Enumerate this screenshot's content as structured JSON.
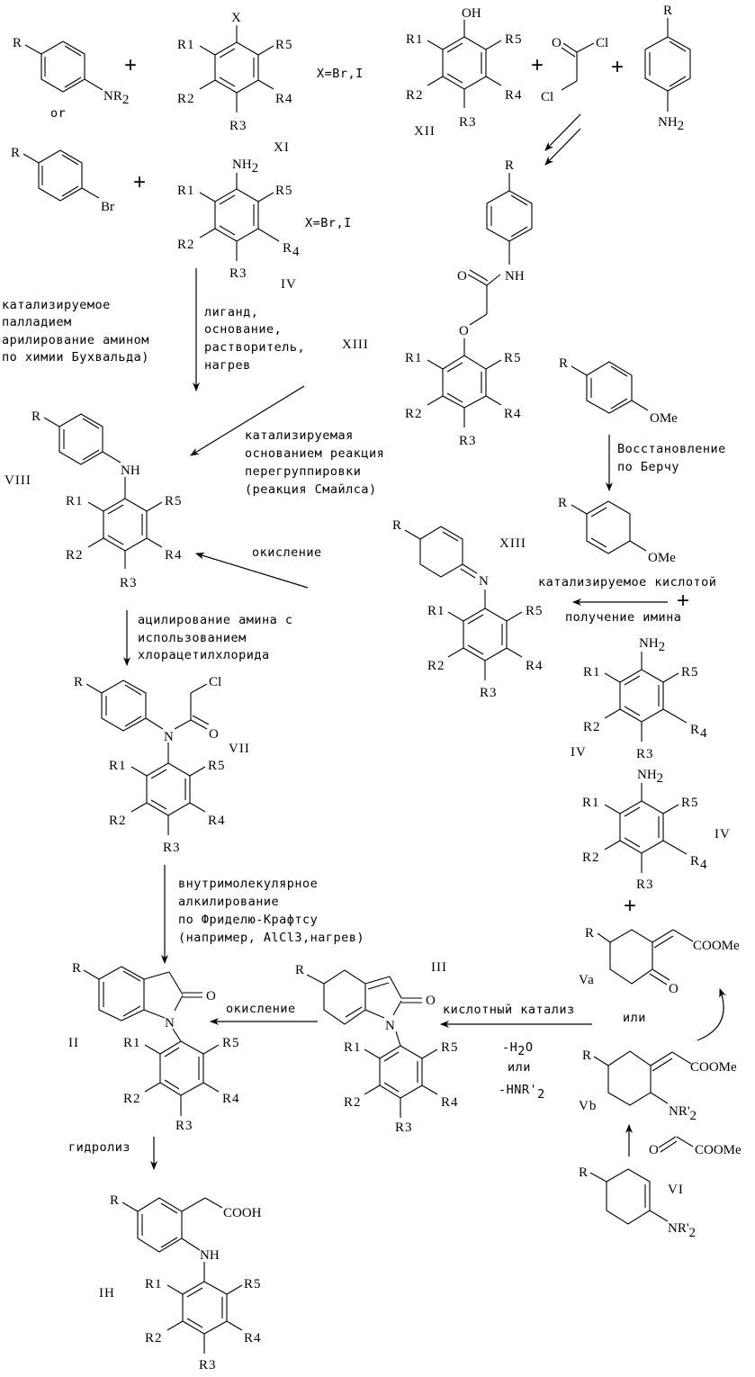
{
  "title": "Synthetic scheme for substituted 2-(phenylamino)phenylacetic acids",
  "colors": {
    "ink": "#000000",
    "background": "#ffffff"
  },
  "compounds": {
    "amine_top": {
      "R": "R",
      "NR2": "NR",
      "NR2_sub": "2",
      "or": "or"
    },
    "xi": {
      "label": "XI",
      "X": "X",
      "R1": "R1",
      "R2": "R2",
      "R3": "R3",
      "R4": "R4",
      "R5": "R5",
      "note": "X=Br,I"
    },
    "bromobenzene": {
      "R": "R",
      "Br": "Br"
    },
    "iv_top": {
      "label": "IV",
      "NH2": "NH",
      "NH2_sub": "2",
      "R1": "R1",
      "R2": "R2",
      "R3": "R3",
      "R4": "R",
      "R4_sub": "4",
      "R5": "R5",
      "note": "X=Br,I"
    },
    "xii": {
      "label": "XII",
      "OH": "OH",
      "R1": "R1",
      "R2": "R2",
      "R3": "R3",
      "R4": "R4",
      "R5": "R5"
    },
    "chloroacetyl": {
      "O": "O",
      "Cl1": "Cl",
      "Cl2": "Cl"
    },
    "aniline_r": {
      "R": "R",
      "NH2": "NH",
      "NH2_sub": "2"
    },
    "amide_ether": {
      "R": "R",
      "O_carbonyl": "O",
      "NH": "NH",
      "O_ether": "O",
      "R1": "R1",
      "R2": "R2",
      "R3": "R3",
      "R4": "R4",
      "R5": "R5"
    },
    "anisole": {
      "R": "R",
      "OMe": "OMe"
    },
    "dihydroanisole": {
      "R": "R",
      "OMe": "OMe"
    },
    "viii": {
      "label": "VIII",
      "R": "R",
      "NH": "NH",
      "R1": "R1",
      "R2": "R2",
      "R3": "R3",
      "R4": "R4",
      "R5": "R5"
    },
    "xiii_imine": {
      "label": "XIII",
      "R": "R",
      "N": "N",
      "R1": "R1",
      "R2": "R2",
      "R3": "R3",
      "R4": "R4",
      "R5": "R5"
    },
    "iv_mid1": {
      "label": "IV",
      "NH2": "NH",
      "NH2_sub": "2",
      "R1": "R1",
      "R2": "R2",
      "R3": "R3",
      "R4": "R",
      "R4_sub": "4",
      "R5": "R5"
    },
    "iv_mid2": {
      "label": "IV",
      "NH2": "NH",
      "NH2_sub": "2",
      "R1": "R1",
      "R2": "R2",
      "R3": "R3",
      "R4": "R",
      "R4_sub": "4",
      "R5": "R5"
    },
    "vii": {
      "label": "VII",
      "R": "R",
      "Cl": "Cl",
      "O": "O",
      "N": "N",
      "R1": "R1",
      "R2": "R2",
      "R3": "R3",
      "R4": "R4",
      "R5": "R5"
    },
    "va": {
      "label": "Va",
      "R": "R",
      "COOMe": "COOMe",
      "O": "O"
    },
    "or_va_vb": "или",
    "vb": {
      "label": "Vb",
      "R": "R",
      "COOMe": "COOMe",
      "NR2": "NR'",
      "NR2_sub": "2"
    },
    "glyoxylate": {
      "O": "O",
      "COOMe": "COOMe"
    },
    "vi": {
      "label": "VI",
      "R": "R",
      "NR2": "NR'",
      "NR2_sub": "2"
    },
    "ii": {
      "label": "II",
      "R": "R",
      "O": "O",
      "N": "N",
      "R1": "R1",
      "R2": "R2",
      "R3": "R3",
      "R4": "R4",
      "R5": "R5"
    },
    "iii": {
      "label": "III",
      "R": "R",
      "O": "O",
      "N": "N",
      "R1": "R1",
      "R2": "R2",
      "R3": "R3",
      "R4": "R4",
      "R5": "R5"
    },
    "ih": {
      "label": "IH",
      "R": "R",
      "COOH": "COOH",
      "NH": "NH",
      "R1": "R1",
      "R2": "R2",
      "R3": "R3",
      "R4": "R4",
      "R5": "R5"
    }
  },
  "conditions": {
    "buchwald": [
      "катализируемое",
      "палладием",
      "арилирование амином",
      "по химии Бухвальда)"
    ],
    "buchwald_reagents": [
      "лиганд,",
      "основание,",
      "растворитель,",
      "нагрев"
    ],
    "xiii_label_top": "XIII",
    "smiles": [
      "катализируемая",
      "основанием реакция",
      "перегруппировки",
      "(реакция Смайлса)"
    ],
    "birch": [
      "Восстановление",
      "по Берчу"
    ],
    "oxidation1": "окисление",
    "imine": [
      "катализируемое кислотой",
      "получение имина"
    ],
    "acylation": [
      "ацилирование амина с",
      "использованием",
      "хлорацетилхлорида"
    ],
    "friedel_crafts": [
      "внутримолекулярное",
      "алкилирование",
      "по Фриделю-Крафтсу",
      "(например, AlCl3,нагрев)"
    ],
    "oxidation2": "окисление",
    "acid_catalysis": "кислотный катализ",
    "minus_water": "-H",
    "minus_water_sub": "2",
    "minus_water_end": "O",
    "or_mid": "или",
    "minus_amine": "-HNR'",
    "minus_amine_sub": "2",
    "hydrolysis": "гидролиз"
  },
  "plus_sign": "+"
}
